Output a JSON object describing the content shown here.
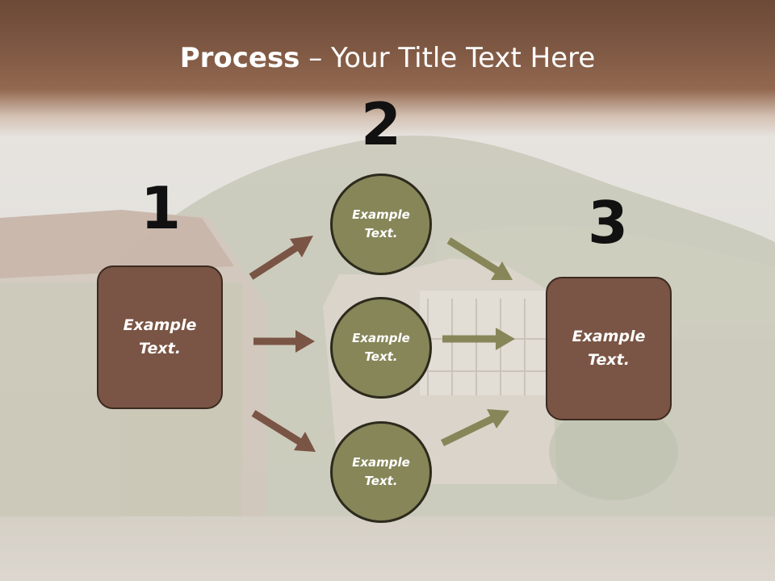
{
  "slide": {
    "title_bold": "Process",
    "title_rest": " – Your Title Text Here",
    "step_numbers": [
      "1",
      "2",
      "3"
    ]
  },
  "boxes": {
    "left": "Example\nText.",
    "right": "Example\nText."
  },
  "circles": [
    "Example\nText.",
    "Example\nText.",
    "Example\nText."
  ],
  "colors": {
    "box_fill": "#7a5444",
    "circle_fill": "#868659",
    "arrow_brown": "#7a5444",
    "arrow_olive": "#868659",
    "title_band": "#7e5843"
  }
}
